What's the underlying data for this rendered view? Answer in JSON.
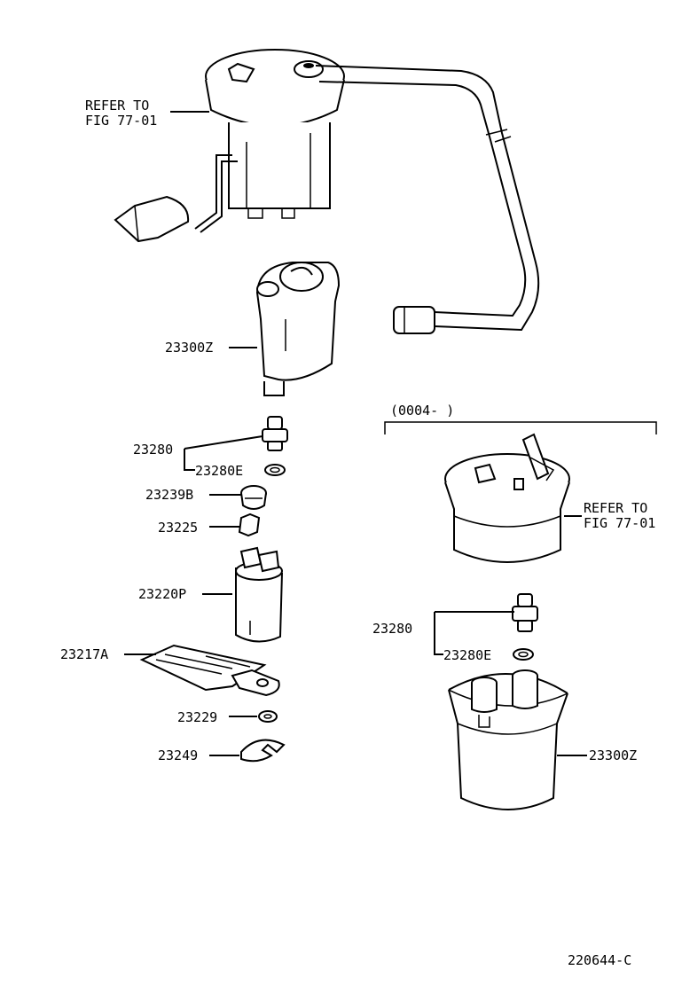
{
  "labels": {
    "refer_top_line1": "REFER TO",
    "refer_top_line2": "FIG 77-01",
    "refer_right_line1": "REFER TO",
    "refer_right_line2": "FIG 77-01",
    "date_range": "(0004-        )",
    "p23300z_left": "23300Z",
    "p23280_left": "23280",
    "p23280e_left": "23280E",
    "p23239b": "23239B",
    "p23225": "23225",
    "p23220p": "23220P",
    "p23217a": "23217A",
    "p23229": "23229",
    "p23249": "23249",
    "p23280_right": "23280",
    "p23280e_right": "23280E",
    "p23300z_right": "23300Z",
    "diagram_id": "220644-C"
  },
  "icons": [
    "fuel-pump-bracket-icon",
    "fuel-hose-icon",
    "fuel-filter-icon",
    "pressure-regulator-icon",
    "o-ring-icon",
    "grommet-icon",
    "cushion-icon",
    "fuel-pump-icon",
    "suction-filter-icon",
    "washer-icon",
    "clip-icon",
    "fuel-tank-cover-icon",
    "filter-case-icon",
    "float-icon"
  ]
}
